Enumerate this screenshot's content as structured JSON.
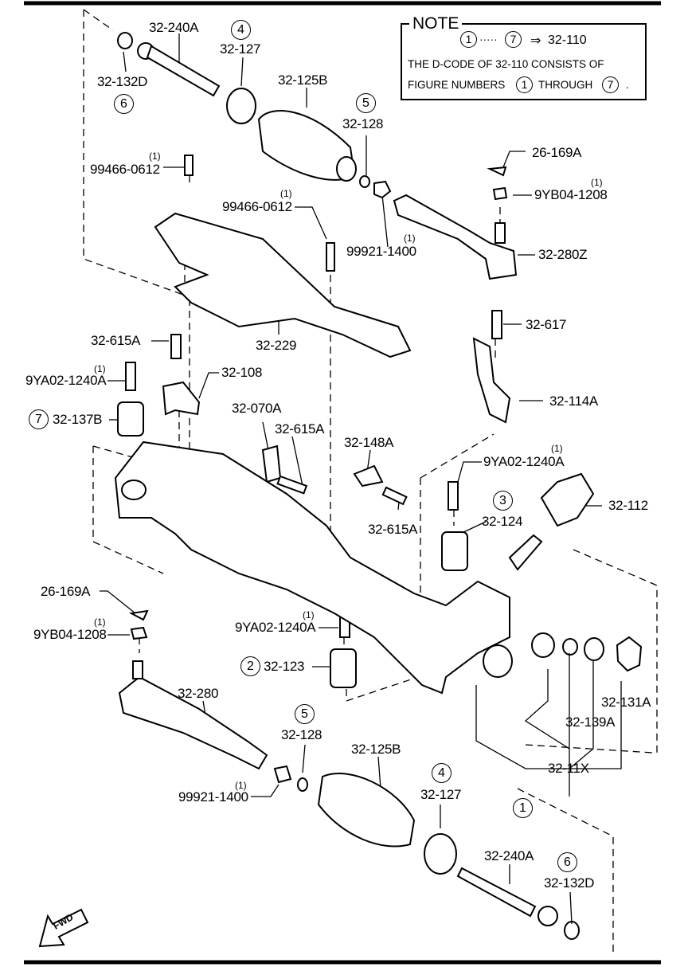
{
  "note": {
    "title": "NOTE",
    "range_start": "1",
    "range_dots": "·····",
    "range_end": "7",
    "range_arrow": "⇒",
    "range_code": "32-110",
    "line2": "THE D-CODE OF  32-110  CONSISTS OF",
    "line3_prefix": "FIGURE NUMBERS",
    "line3_num1": "1",
    "line3_mid": "THROUGH",
    "line3_num2": "7",
    "line3_end": "."
  },
  "labels": {
    "p32_240A_top": "32-240A",
    "p32_132D_top": "32-132D",
    "c6_top": "6",
    "c4_top": "4",
    "p32_127_top": "32-127",
    "p32_125B_top": "32-125B",
    "c5_top": "5",
    "p32_128_top": "32-128",
    "q_99466_a": "(1)",
    "p99466_a": "99466-0612",
    "q_99466_b": "(1)",
    "p99466_b": "99466-0612",
    "p26_169A_top": "26-169A",
    "q_9YB04_top": "(1)",
    "p9YB04_top": "9YB04-1208",
    "q_99921_top": "(1)",
    "p99921_top": "99921-1400",
    "p32_280Z": "32-280Z",
    "p32_617": "32-617",
    "p32_615A_a": "32-615A",
    "p32_229": "32-229",
    "q_9YA02_a": "(1)",
    "p9YA02_a": "9YA02-1240A",
    "p32_108": "32-108",
    "p32_114A": "32-114A",
    "c7": "7",
    "p32_137B": "32-137B",
    "p32_070A": "32-070A",
    "p32_615A_b": "32-615A",
    "p32_148A": "32-148A",
    "q_9YA02_b": "(1)",
    "p9YA02_b": "9YA02-1240A",
    "p32_112": "32-112",
    "c3": "3",
    "p32_124": "32-124",
    "p32_615A_c": "32-615A",
    "p26_169A_bot": "26-169A",
    "q_9YB04_bot": "(1)",
    "p9YB04_bot": "9YB04-1208",
    "q_9YA02_c": "(1)",
    "p9YA02_c": "9YA02-1240A",
    "c2": "2",
    "p32_123": "32-123",
    "p32_280": "32-280",
    "c5_bot": "5",
    "p32_128_bot": "32-128",
    "p32_125B_bot": "32-125B",
    "c4_bot": "4",
    "p32_127_bot": "32-127",
    "q_99921_bot": "(1)",
    "p99921_bot": "99921-1400",
    "p32_131A": "32-131A",
    "p32_139A": "32-139A",
    "p32_11X": "32-11X",
    "c1": "1",
    "p32_240A_bot": "32-240A",
    "c6_bot": "6",
    "p32_132D_bot": "32-132D",
    "fwd": "FWD"
  }
}
